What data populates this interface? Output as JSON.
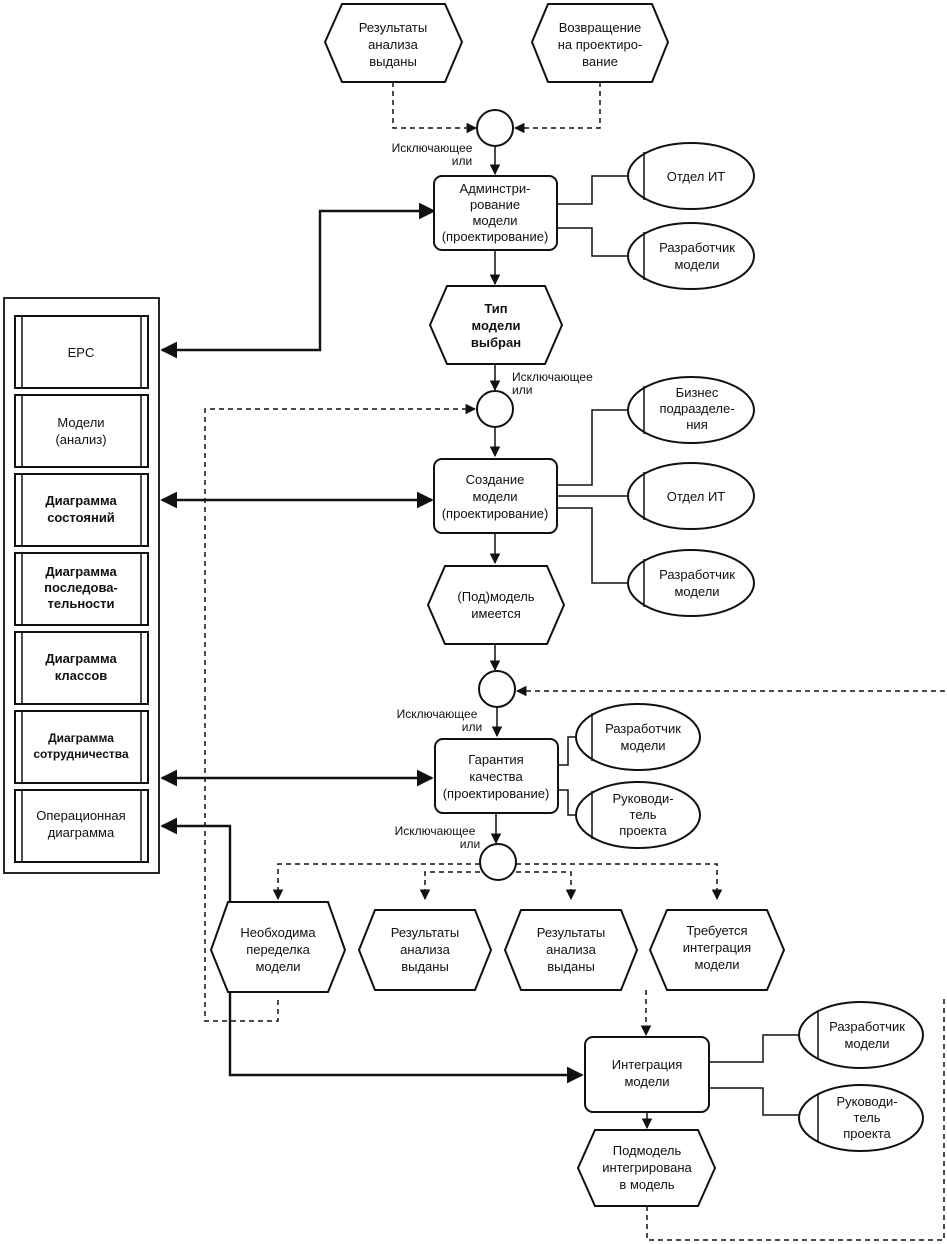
{
  "events": {
    "results_top": [
      "Результаты",
      "анализа",
      "выданы"
    ],
    "return_design": [
      "Возвращение",
      "на проектиро-",
      "вание"
    ],
    "model_type": [
      "Тип",
      "модели",
      "выбран"
    ],
    "submodel": [
      "(Под)модель",
      "имеется"
    ],
    "rework": [
      "Необходима",
      "переделка",
      "модели"
    ],
    "results_a": [
      "Результаты",
      "анализа",
      "выданы"
    ],
    "results_b": [
      "Результаты",
      "анализа",
      "выданы"
    ],
    "integration_needed": [
      "Требуется",
      "интеграция",
      "модели"
    ],
    "integrated": [
      "Подмодель",
      "интегрирована",
      "в модель"
    ]
  },
  "functions": {
    "admin": [
      "Админстри-",
      "рование",
      "модели",
      "(проектирование)"
    ],
    "create": [
      "Создание",
      "модели",
      "(проектирование)"
    ],
    "quality": [
      "Гарантия",
      "качества",
      "(проектирование)"
    ],
    "integration": [
      "Интеграция",
      "модели"
    ]
  },
  "roles": {
    "it1": [
      "Отдел ИТ"
    ],
    "dev1": [
      "Разработчик",
      "модели"
    ],
    "business": [
      "Бизнес",
      "подразделе-",
      "ния"
    ],
    "it2": [
      "Отдел ИТ"
    ],
    "dev2": [
      "Разработчик",
      "модели"
    ],
    "dev3": [
      "Разработчик",
      "модели"
    ],
    "pm1": [
      "Руководи-",
      "тель",
      "проекта"
    ],
    "dev4": [
      "Разработчик",
      "модели"
    ],
    "pm2": [
      "Руководи-",
      "тель",
      "проекта"
    ]
  },
  "connectors": {
    "xor_label": [
      "Исключающее",
      "или"
    ]
  },
  "diagram_types": [
    [
      "EPC"
    ],
    [
      "Модели",
      "(анализ)"
    ],
    [
      "Диаграмма",
      "состояний"
    ],
    [
      "Диаграмма",
      "последова-",
      "тельности"
    ],
    [
      "Диаграмма",
      "классов"
    ],
    [
      "Диаграмма",
      "сотрудничества"
    ],
    [
      "Операционная",
      "диаграмма"
    ]
  ]
}
